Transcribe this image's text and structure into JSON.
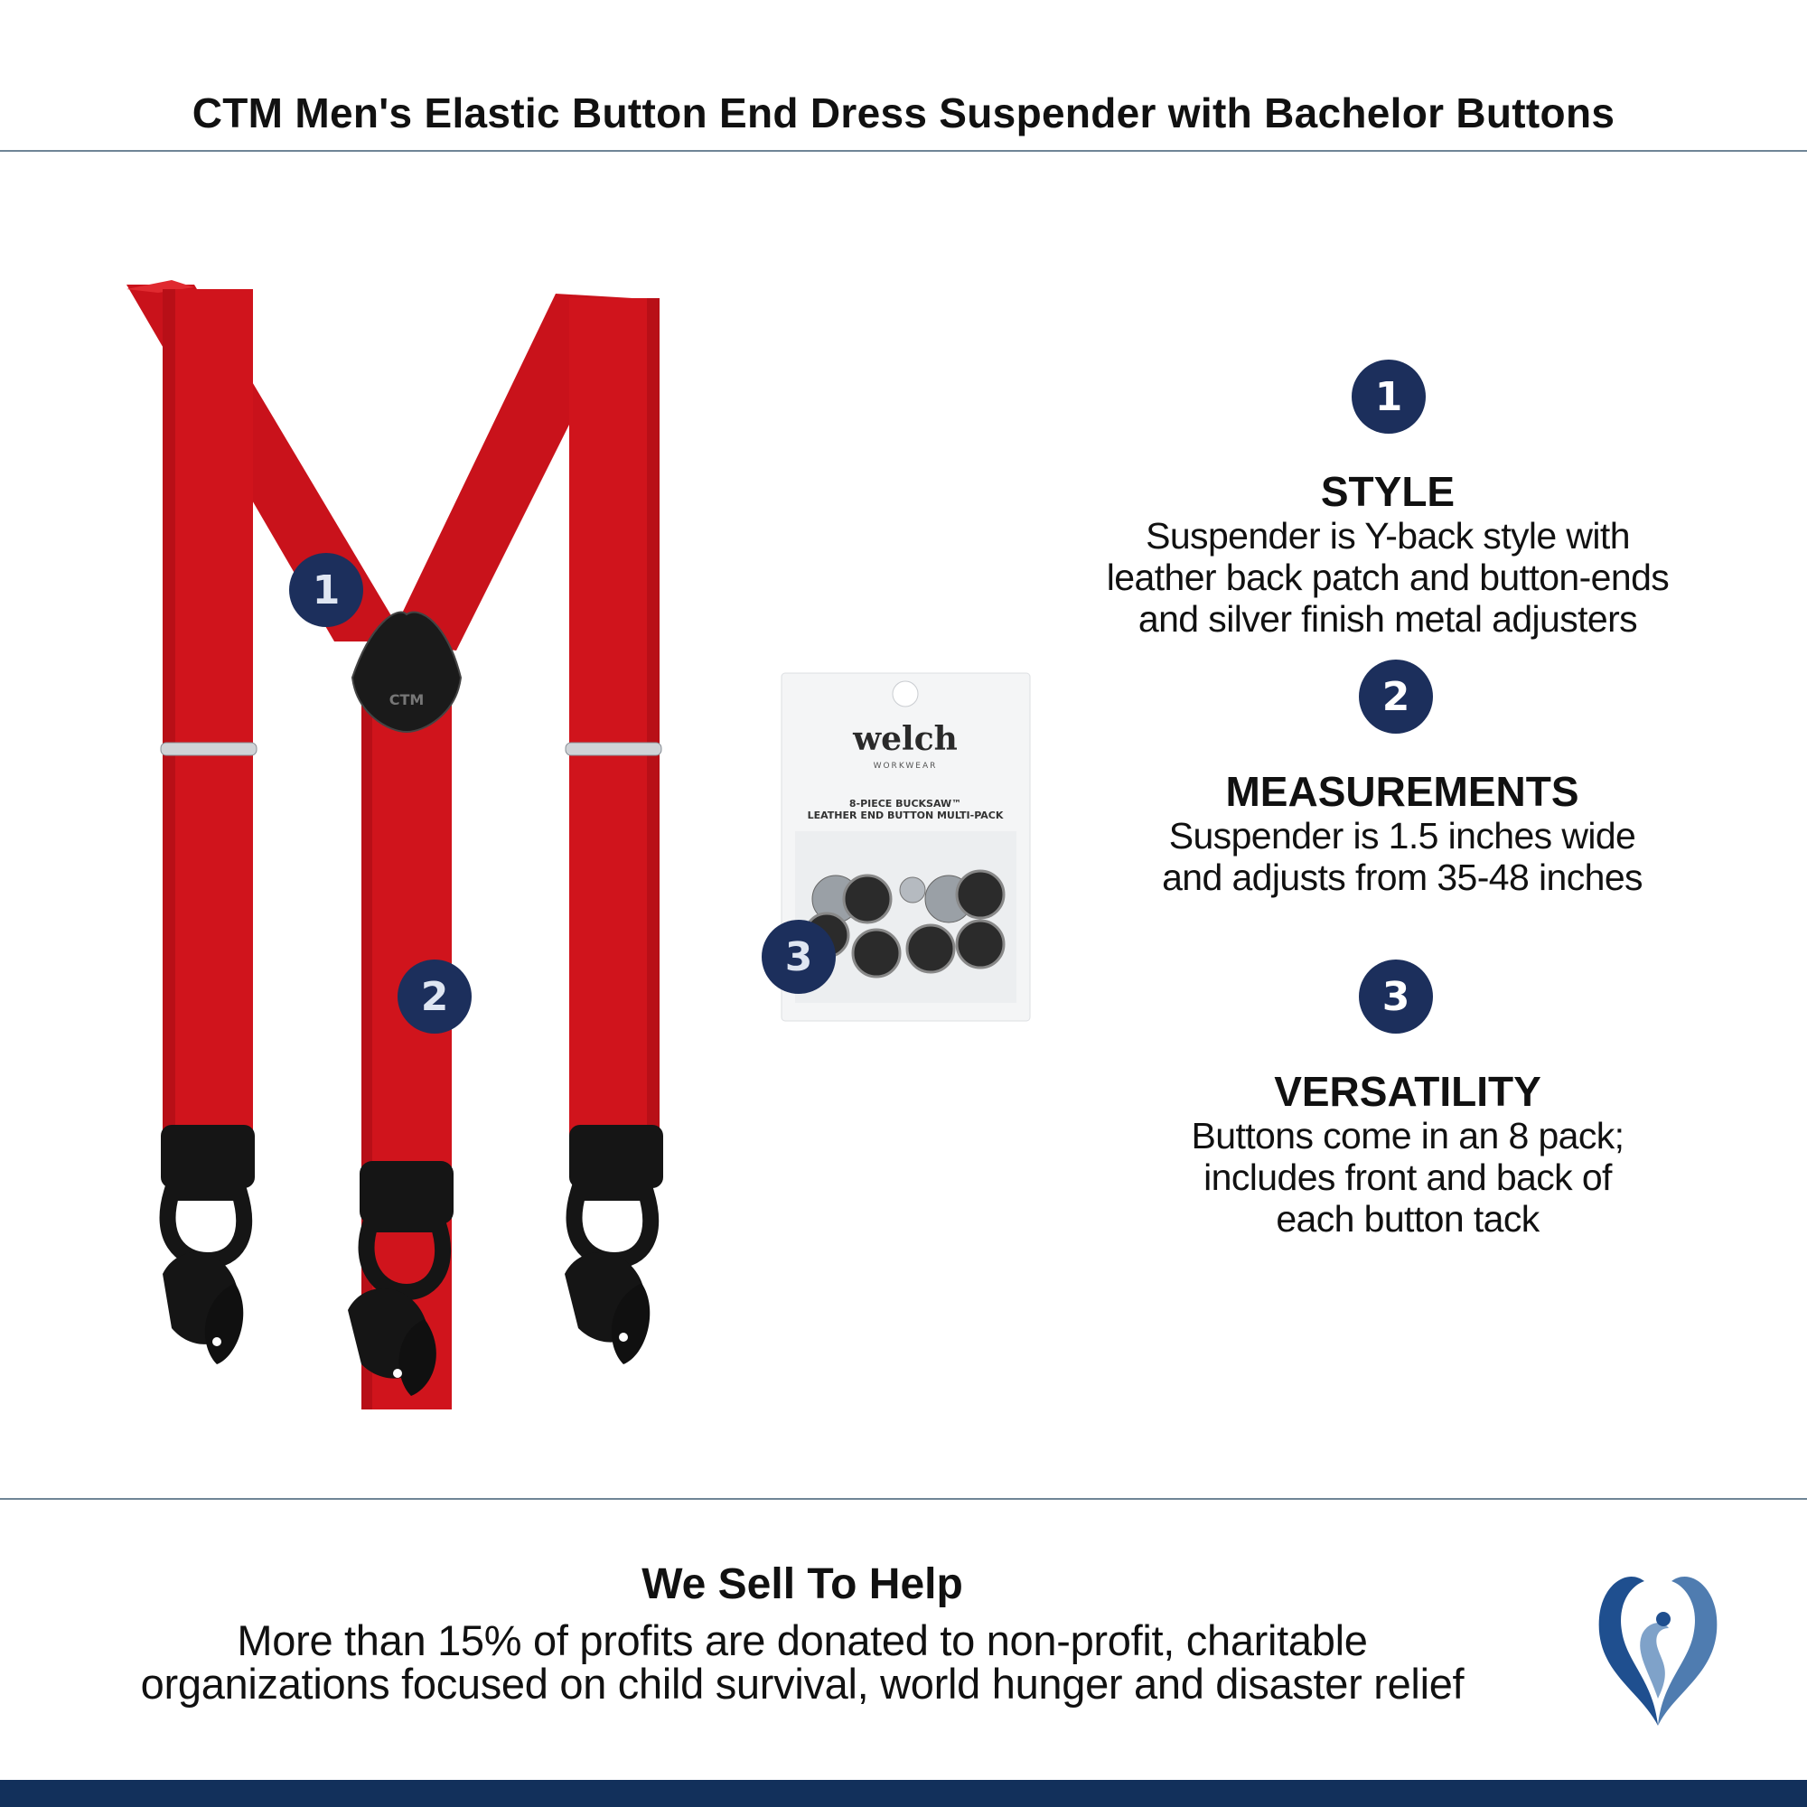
{
  "header": {
    "title": "CTM Men's Elastic Button End Dress Suspender with Bachelor Buttons"
  },
  "image_markers": [
    "1",
    "2",
    "3"
  ],
  "package": {
    "brand": "welch",
    "sub_brand": "WORKWEAR",
    "line1": "8-PIECE BUCKSAW™",
    "line2": "LEATHER END BUTTON MULTI-PACK"
  },
  "patch_text": "CTM",
  "features": [
    {
      "number": "1",
      "title": "STYLE",
      "lines": [
        "Suspender is Y-back style with",
        "leather back patch and button-ends",
        "and silver finish metal adjusters"
      ]
    },
    {
      "number": "2",
      "title": "MEASUREMENTS",
      "lines": [
        "Suspender is 1.5 inches wide",
        "and adjusts from 35-48 inches"
      ]
    },
    {
      "number": "3",
      "title": "VERSATILITY",
      "lines": [
        "Buttons come in an 8 pack;",
        "includes front and back of",
        "each button tack"
      ]
    }
  ],
  "help": {
    "title": "We Sell To Help",
    "lines": [
      "More than 15% of profits are donated to non-profit, charitable",
      "organizations focused on child survival, world hunger and disaster relief"
    ]
  },
  "colors": {
    "strap_red": "#d0141c",
    "badge_navy": "#1c2f5c",
    "footer_navy": "#12305b",
    "rule": "#6f8596"
  },
  "icons": [
    "charity-heart-logo-icon"
  ]
}
